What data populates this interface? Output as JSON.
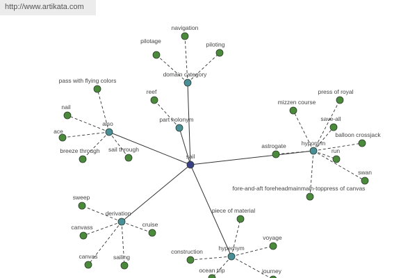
{
  "source_url": "http://www.artikata.com",
  "colors": {
    "background": "#ffffff",
    "banner_bg": "#ececec",
    "banner_text": "#555555",
    "edge": "#333333",
    "center_node": "#3a3f86",
    "relation_node": "#4a8f98",
    "leaf_node": "#4a8a3a",
    "node_outline": "#2a3a2a",
    "label": "#444444"
  },
  "graph": {
    "center": {
      "id": "sail",
      "label": "sail"
    },
    "relations": [
      {
        "id": "domain-category",
        "label": "domain category"
      },
      {
        "id": "part-holonym",
        "label": "part holonym"
      },
      {
        "id": "also",
        "label": "also"
      },
      {
        "id": "hyponym",
        "label": "hyponym"
      },
      {
        "id": "derivation",
        "label": "derivation"
      },
      {
        "id": "hypernym",
        "label": "hypernym"
      }
    ],
    "leaves": [
      {
        "id": "navigation",
        "label": "navigation",
        "parent": "domain-category"
      },
      {
        "id": "pilotage",
        "label": "pilotage",
        "parent": "domain-category"
      },
      {
        "id": "piloting",
        "label": "piloting",
        "parent": "domain-category"
      },
      {
        "id": "reef",
        "label": "reef",
        "parent": "part-holonym"
      },
      {
        "id": "pass-with-flying-colors",
        "label": "pass with flying colors",
        "parent": "also"
      },
      {
        "id": "nail",
        "label": "nail",
        "parent": "also"
      },
      {
        "id": "ace",
        "label": "ace",
        "parent": "also"
      },
      {
        "id": "breeze-through",
        "label": "breeze through",
        "parent": "also"
      },
      {
        "id": "sail-through",
        "label": "sail through",
        "parent": "also"
      },
      {
        "id": "mizzen-course",
        "label": "mizzen course",
        "parent": "hyponym"
      },
      {
        "id": "press-of-royal",
        "label": "press of royal",
        "parent": "hyponym"
      },
      {
        "id": "save-all",
        "label": "save-all",
        "parent": "hyponym"
      },
      {
        "id": "balloon-crossjack",
        "label": "balloon crossjack",
        "parent": "hyponym"
      },
      {
        "id": "astrogate",
        "label": "astrogate",
        "parent": "hyponym"
      },
      {
        "id": "run",
        "label": "run",
        "parent": "hyponym"
      },
      {
        "id": "swan",
        "label": "swan",
        "parent": "hyponym"
      },
      {
        "id": "fore-and-aft-foreheadmainmain-toppress-of-canvas",
        "label": "fore-and-aft foreheadmainmain-toppress of canvas",
        "parent": "hyponym"
      },
      {
        "id": "sweep",
        "label": "sweep",
        "parent": "derivation"
      },
      {
        "id": "canvass",
        "label": "canvass",
        "parent": "derivation"
      },
      {
        "id": "cruise",
        "label": "cruise",
        "parent": "derivation"
      },
      {
        "id": "canvas",
        "label": "canvas",
        "parent": "derivation"
      },
      {
        "id": "sailing",
        "label": "sailing",
        "parent": "derivation"
      },
      {
        "id": "piece-of-material",
        "label": "piece of material",
        "parent": "hypernym"
      },
      {
        "id": "voyage",
        "label": "voyage",
        "parent": "hypernym"
      },
      {
        "id": "construction",
        "label": "construction",
        "parent": "hypernym"
      },
      {
        "id": "ocean-trip",
        "label": "ocean trip",
        "parent": "hypernym"
      },
      {
        "id": "journey",
        "label": "journey",
        "parent": "hypernym"
      }
    ]
  }
}
